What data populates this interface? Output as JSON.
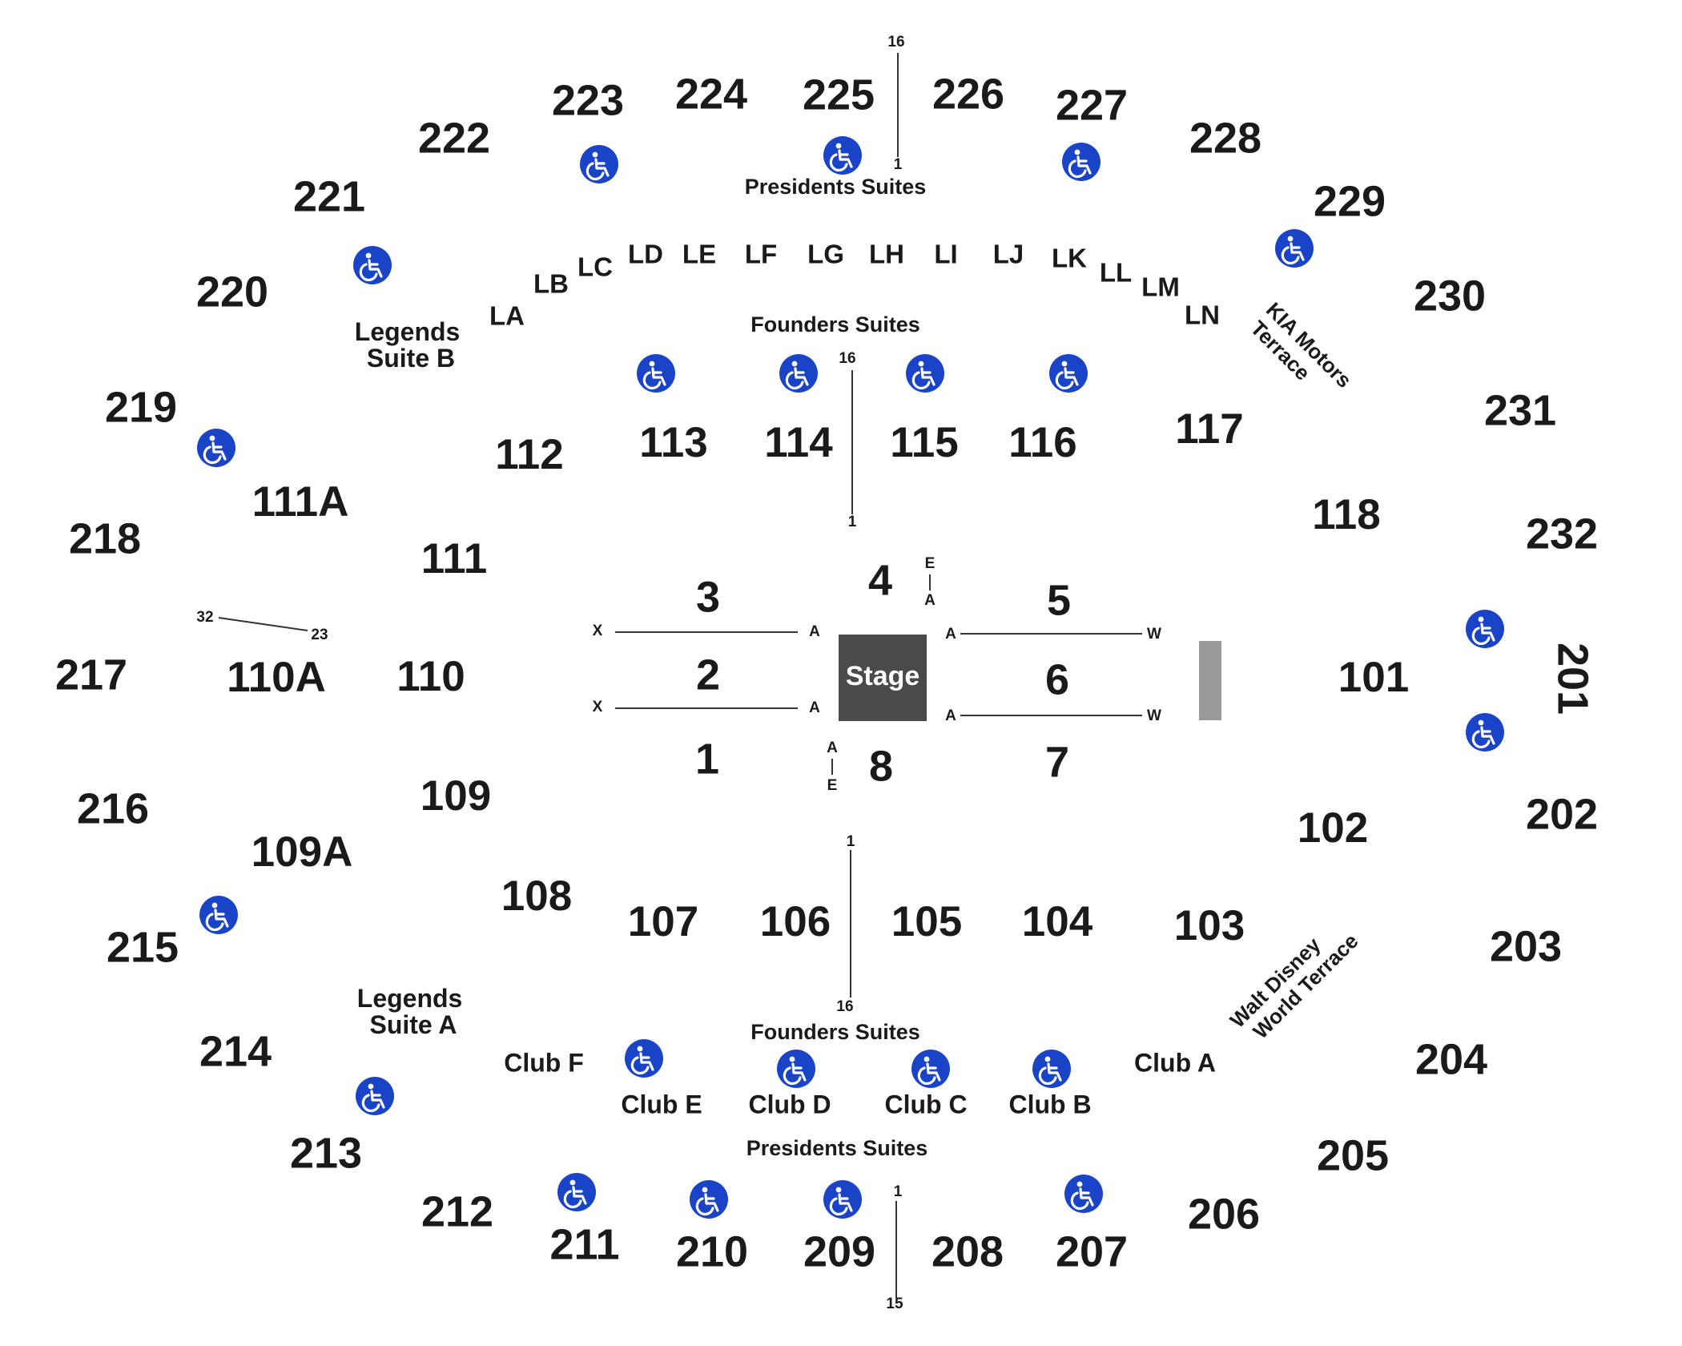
{
  "stage": {
    "label": "Stage",
    "color": "#4a4a4a"
  },
  "mix_position_color": "#999999",
  "accessible_color": "#1a44c8",
  "sections_200": [
    "201",
    "202",
    "203",
    "204",
    "205",
    "206",
    "207",
    "208",
    "209",
    "210",
    "211",
    "212",
    "213",
    "214",
    "215",
    "216",
    "217",
    "218",
    "219",
    "220",
    "221",
    "222",
    "223",
    "224",
    "225",
    "226",
    "227",
    "228",
    "229",
    "230",
    "231",
    "232"
  ],
  "sections_100": [
    "101",
    "102",
    "103",
    "104",
    "105",
    "106",
    "107",
    "108",
    "109",
    "109A",
    "110",
    "110A",
    "111",
    "111A",
    "112",
    "113",
    "114",
    "115",
    "116",
    "117",
    "118"
  ],
  "floor_sections": [
    "1",
    "2",
    "3",
    "4",
    "5",
    "6",
    "7",
    "8"
  ],
  "luxury_boxes": [
    "LA",
    "LB",
    "LC",
    "LD",
    "LE",
    "LF",
    "LG",
    "LH",
    "LI",
    "LJ",
    "LK",
    "LL",
    "LM",
    "LN"
  ],
  "clubs": [
    "Club A",
    "Club B",
    "Club C",
    "Club D",
    "Club E",
    "Club F"
  ],
  "suites": {
    "presidents_top": "Presidents Suites",
    "presidents_bottom": "Presidents Suites",
    "founders_top": "Founders Suites",
    "founders_bottom": "Founders Suites",
    "legends_a": [
      "Legends",
      "Suite A"
    ],
    "legends_b": [
      "Legends",
      "Suite B"
    ]
  },
  "terraces": {
    "kia": [
      "KIA Motors",
      "Terrace"
    ],
    "disney": [
      "Walt Disney",
      "World Terrace"
    ]
  },
  "row_markers": {
    "top_upper": [
      "16",
      "1"
    ],
    "top_lower": [
      "16",
      "1"
    ],
    "bottom_lower": [
      "1",
      "16"
    ],
    "bottom_upper": [
      "1",
      "15"
    ],
    "left_upper": [
      "32",
      "23"
    ],
    "floor_left": [
      "X",
      "A",
      "X",
      "A"
    ],
    "floor_right": [
      "A",
      "W",
      "A",
      "W"
    ],
    "floor_4": [
      "E",
      "A"
    ],
    "floor_8": [
      "A",
      "E"
    ]
  }
}
